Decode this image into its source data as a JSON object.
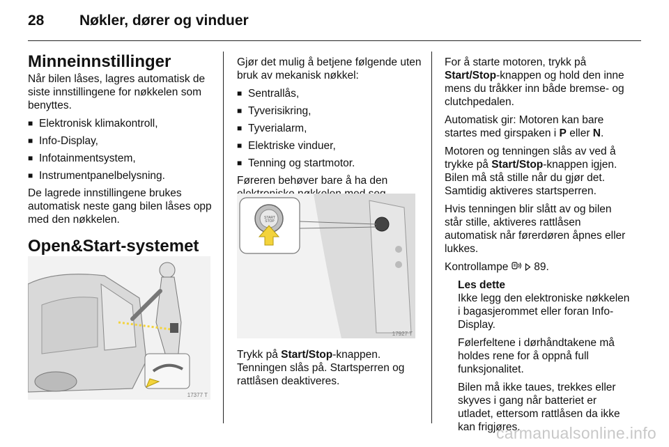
{
  "header": {
    "page_number": "28",
    "chapter_title": "Nøkler, dører og vinduer"
  },
  "col1": {
    "heading1": "Minneinnstillinger",
    "intro": "Når bilen låses, lagres automatisk de siste innstillingene for nøkkelen som benyttes.",
    "items": [
      "Elektronisk klimakontroll,",
      "Info-Display,",
      "Infotainmentsystem,",
      "Instrumentpanelbelysning."
    ],
    "outro": "De lagrede innstillingene brukes automatisk neste gang bilen låses opp med den nøkkelen.",
    "heading2": "Open&Start-systemet",
    "figure_number": "17377 T"
  },
  "col2": {
    "intro": "Gjør det mulig å betjene følgende uten bruk av mekanisk nøkkel:",
    "items": [
      "Sentrallås,",
      "Tyverisikring,",
      "Tyverialarm,",
      "Elektriske vinduer,",
      "Tenning og startmotor."
    ],
    "text2": "Føreren behøver bare å ha den elektroniske nøkkelen med seg.",
    "figure_number": "17927 T",
    "button_text": "START STOP",
    "text3_a": "Trykk på ",
    "text3_bold": "Start/Stop",
    "text3_b": "-knappen. Tenningen slås på. Startsperren og rattlåsen deaktiveres."
  },
  "col3": {
    "p1_a": "For å starte motoren, trykk på ",
    "p1_bold": "Start/Stop",
    "p1_b": "-knappen og hold den inne mens du tråkker inn både bremse- og clutchpedalen.",
    "p2_a": "Automatisk gir: Motoren kan bare startes med girspaken i ",
    "p2_p": "P",
    "p2_mid": " eller ",
    "p2_n": "N",
    "p2_end": ".",
    "p3_a": "Motoren og tenningen slås av ved å trykke på ",
    "p3_bold": "Start/Stop",
    "p3_b": "-knappen igjen. Bilen må stå stille når du gjør det. Samtidig aktiveres startsperren.",
    "p4": "Hvis tenningen blir slått av og bilen står stille, aktiveres rattlåsen automatisk når førerdøren åpnes eller lukkes.",
    "p5_a": "Kontrollampe ",
    "p5_ref": " 89.",
    "note_title": "Les dette",
    "note_p1": "Ikke legg den elektroniske nøkkelen i bagasjerommet eller foran Info-Display.",
    "note_p2": "Følerfeltene i dørhåndtakene må holdes rene for å oppnå full funksjonalitet.",
    "note_p3": "Bilen må ikke taues, trekkes eller skyves i gang når batteriet er utladet, ettersom rattlåsen da ikke kan frigjøres."
  },
  "watermark": "carmanualsonline.info"
}
